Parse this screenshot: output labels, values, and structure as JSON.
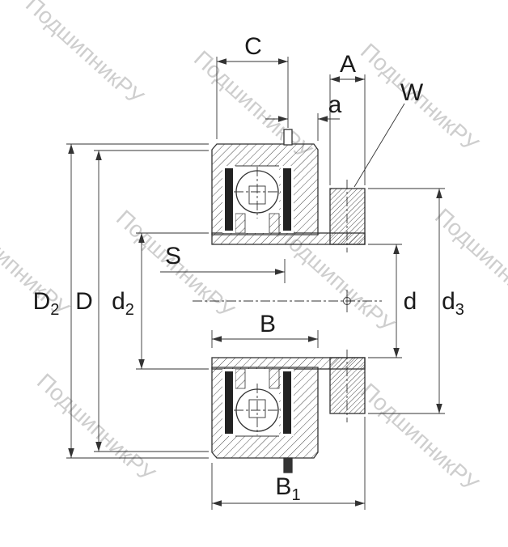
{
  "watermark": {
    "text": "ПодшипникРУ",
    "color": "#c6c6c6"
  },
  "drawing": {
    "type": "bearing-cross-section",
    "colors": {
      "line": "#333333",
      "hatch": "#4a4a4a",
      "seal": "#222222",
      "watermark": "#c6c6c6"
    }
  },
  "dimensions": {
    "C": {
      "label": "C"
    },
    "A": {
      "label": "A"
    },
    "a": {
      "label": "a"
    },
    "W": {
      "label": "W"
    },
    "S": {
      "label": "S"
    },
    "B": {
      "label": "B"
    },
    "B1": {
      "label": "B",
      "sub": "1"
    },
    "D2": {
      "label": "D",
      "sub": "2"
    },
    "D": {
      "label": "D"
    },
    "d2": {
      "label": "d",
      "sub": "2"
    },
    "d": {
      "label": "d"
    },
    "d3": {
      "label": "d",
      "sub": "3"
    }
  }
}
